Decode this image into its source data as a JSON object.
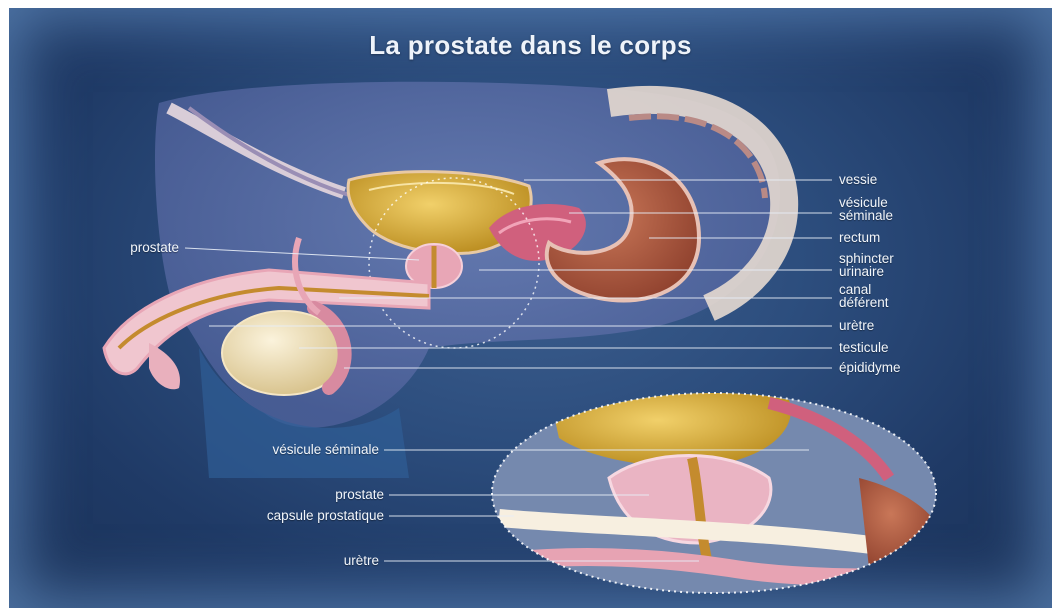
{
  "title": "La prostate dans le corps",
  "labels_right": [
    {
      "id": "vessie",
      "text": "vessie"
    },
    {
      "id": "vesicule-seminale",
      "line1": "vésicule",
      "line2": "séminale"
    },
    {
      "id": "rectum",
      "text": "rectum"
    },
    {
      "id": "sphincter-urinaire",
      "line1": "sphincter",
      "line2": "urinaire"
    },
    {
      "id": "canal-deferent",
      "line1": "canal",
      "line2": "déférent"
    },
    {
      "id": "uretre",
      "text": "urètre"
    },
    {
      "id": "testicule",
      "text": "testicule"
    },
    {
      "id": "epididyme",
      "text": "épididyme"
    }
  ],
  "labels_left": [
    {
      "id": "prostate",
      "text": "prostate"
    }
  ],
  "labels_inset": [
    {
      "id": "inset-vesicule-seminale",
      "text": "vésicule séminale"
    },
    {
      "id": "inset-prostate",
      "text": "prostate"
    },
    {
      "id": "inset-capsule-prostatique",
      "text": "capsule prostatique"
    },
    {
      "id": "inset-uretre",
      "text": "urètre"
    }
  ],
  "colors": {
    "background": "#2c4d7d",
    "label_text": "#f2f6fb",
    "leader_line": "#e8eef7",
    "bladder": "#c9a23a",
    "tissue_pink": "#e8a6b6",
    "rectum": "#a9553e"
  }
}
